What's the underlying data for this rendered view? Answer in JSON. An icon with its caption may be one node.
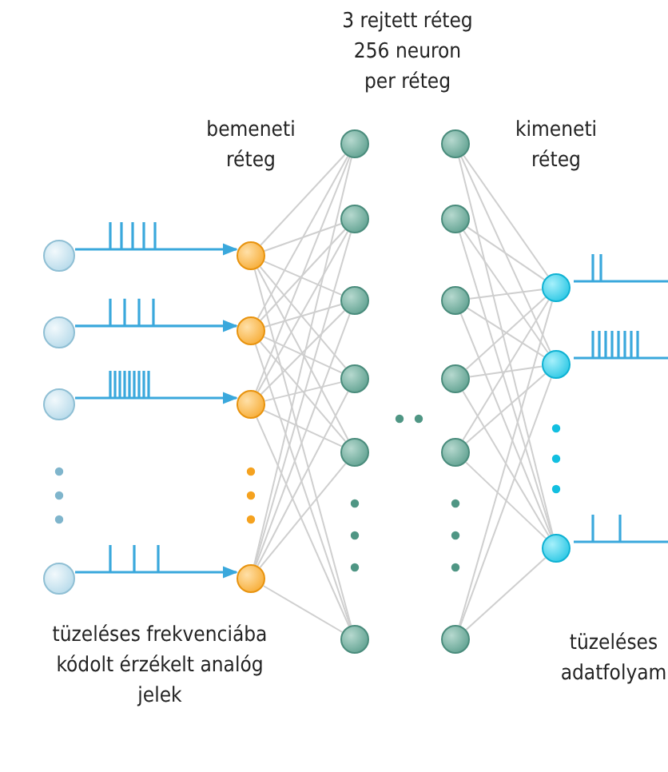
{
  "diagram": {
    "nodes": [
      {
        "text": [],
        "shape": "circle"
      },
      {
        "text": [],
        "shape": "circle"
      },
      {
        "text": [],
        "shape": "circle"
      },
      {
        "text": [],
        "shape": "circle"
      },
      {
        "text": [],
        "shape": "circle"
      },
      {
        "text": [],
        "shape": "circle"
      },
      {
        "text": [],
        "shape": "circle"
      },
      {
        "text": [],
        "shape": "circle"
      },
      {
        "text": [],
        "shape": "circle"
      },
      {
        "text": [],
        "shape": "circle"
      },
      {
        "text": [],
        "shape": "circle"
      },
      {
        "text": [],
        "shape": "circle"
      },
      {
        "text": [],
        "shape": "circle"
      },
      {
        "text": [],
        "shape": "circle"
      },
      {
        "text": [],
        "shape": "circle"
      },
      {
        "text": [],
        "shape": "circle"
      },
      {
        "text": [],
        "shape": "circle"
      },
      {
        "text": [],
        "shape": "circle"
      },
      {
        "text": [],
        "shape": "circle"
      },
      {
        "text": [],
        "shape": "circle"
      },
      {
        "text": [],
        "shape": "circle"
      },
      {
        "text": [],
        "shape": "circle"
      },
      {
        "text": [],
        "shape": "circle"
      }
    ],
    "edges": [
      {
        "from": 0,
        "to": 4,
        "arrow": "to",
        "color": "#3aa8dc"
      },
      {
        "from": 1,
        "to": 5,
        "arrow": "to",
        "color": "#3aa8dc"
      },
      {
        "from": 2,
        "to": 6,
        "arrow": "to",
        "color": "#3aa8dc"
      },
      {
        "from": 3,
        "to": 7,
        "arrow": "to",
        "color": "#3aa8dc"
      },
      {
        "from": 4,
        "to": 8,
        "arrow": "none"
      },
      {
        "from": 4,
        "to": 9,
        "arrow": "none"
      },
      {
        "from": 4,
        "to": 10,
        "arrow": "none"
      },
      {
        "from": 4,
        "to": 11,
        "arrow": "none"
      },
      {
        "from": 4,
        "to": 12,
        "arrow": "none"
      },
      {
        "from": 4,
        "to": 13,
        "arrow": "none"
      },
      {
        "from": 5,
        "to": 8,
        "arrow": "none"
      },
      {
        "from": 5,
        "to": 9,
        "arrow": "none"
      },
      {
        "from": 5,
        "to": 10,
        "arrow": "none"
      },
      {
        "from": 5,
        "to": 11,
        "arrow": "none"
      },
      {
        "from": 5,
        "to": 12,
        "arrow": "none"
      },
      {
        "from": 5,
        "to": 13,
        "arrow": "none"
      },
      {
        "from": 6,
        "to": 8,
        "arrow": "none"
      },
      {
        "from": 6,
        "to": 9,
        "arrow": "none"
      },
      {
        "from": 6,
        "to": 10,
        "arrow": "none"
      },
      {
        "from": 6,
        "to": 11,
        "arrow": "none"
      },
      {
        "from": 6,
        "to": 12,
        "arrow": "none"
      },
      {
        "from": 6,
        "to": 13,
        "arrow": "none"
      },
      {
        "from": 7,
        "to": 8,
        "arrow": "none"
      },
      {
        "from": 7,
        "to": 9,
        "arrow": "none"
      },
      {
        "from": 7,
        "to": 10,
        "arrow": "none"
      },
      {
        "from": 7,
        "to": 11,
        "arrow": "none"
      },
      {
        "from": 7,
        "to": 12,
        "arrow": "none"
      },
      {
        "from": 7,
        "to": 13,
        "arrow": "none"
      },
      {
        "from": 14,
        "to": 20,
        "arrow": "none"
      },
      {
        "from": 14,
        "to": 21,
        "arrow": "none"
      },
      {
        "from": 14,
        "to": 22,
        "arrow": "none"
      },
      {
        "from": 15,
        "to": 20,
        "arrow": "none"
      },
      {
        "from": 15,
        "to": 21,
        "arrow": "none"
      },
      {
        "from": 15,
        "to": 22,
        "arrow": "none"
      },
      {
        "from": 16,
        "to": 20,
        "arrow": "none"
      },
      {
        "from": 16,
        "to": 21,
        "arrow": "none"
      },
      {
        "from": 16,
        "to": 22,
        "arrow": "none"
      },
      {
        "from": 17,
        "to": 20,
        "arrow": "none"
      },
      {
        "from": 17,
        "to": 21,
        "arrow": "none"
      },
      {
        "from": 17,
        "to": 22,
        "arrow": "none"
      },
      {
        "from": 18,
        "to": 20,
        "arrow": "none"
      },
      {
        "from": 18,
        "to": 21,
        "arrow": "none"
      },
      {
        "from": 18,
        "to": 22,
        "arrow": "none"
      },
      {
        "from": 19,
        "to": 20,
        "arrow": "none"
      },
      {
        "from": 19,
        "to": 21,
        "arrow": "none"
      },
      {
        "from": 19,
        "to": 22,
        "arrow": "none"
      },
      {
        "from": 20,
        "to": null,
        "arrow": "none",
        "color": "#3aa8dc"
      },
      {
        "from": 21,
        "to": null,
        "arrow": "none",
        "color": "#3aa8dc"
      },
      {
        "from": 22,
        "to": null,
        "arrow": "none",
        "color": "#3aa8dc"
      }
    ],
    "labels": [
      "3 rejtett réteg 256 neuron per réteg",
      "bemeneti réteg",
      "kimeneti réteg",
      "tüzeléses frekvenciába kódolt érzékelt analóg jelek",
      "tüzeléses adatfolyam"
    ]
  }
}
